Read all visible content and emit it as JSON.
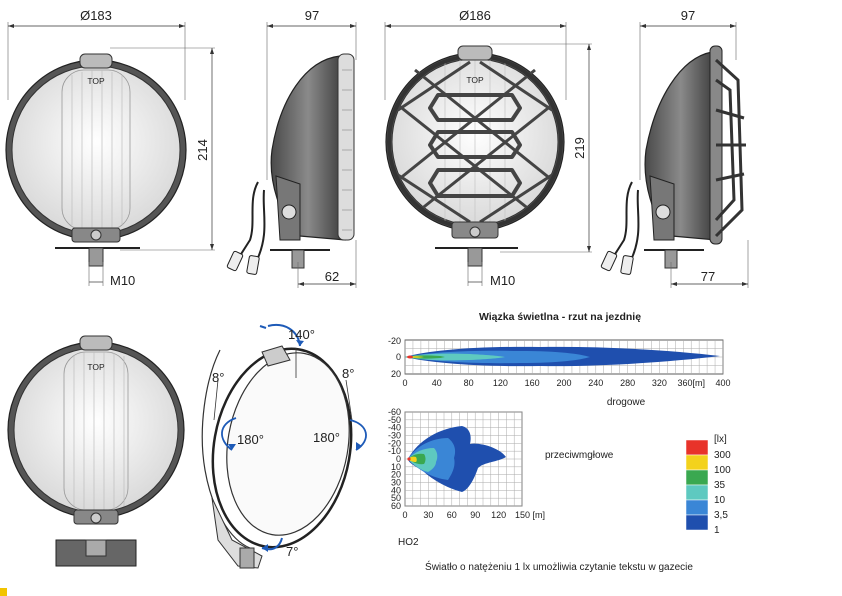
{
  "dimensions": {
    "lamp1_diameter": "Ø183",
    "lamp1_height": "214",
    "lamp1_depth": "97",
    "lamp1_depth_mount": "62",
    "lamp2_diameter": "Ø186",
    "lamp2_height": "219",
    "lamp2_depth": "97",
    "lamp2_depth_mount": "77",
    "thread1": "M10",
    "thread2": "M10"
  },
  "lens_label": "TOP",
  "angles": {
    "top": "140°",
    "left": "8°",
    "right": "8°",
    "rot_left": "180°",
    "rot_right": "180°",
    "bottom": "7°"
  },
  "beam": {
    "title": "Wiązka świetlna - rzut na jezdnię",
    "driving_label": "drogowe",
    "fog_label": "przeciwmgłowe",
    "fog_code": "HO2",
    "footnote": "Światło o natężeniu 1 lx umożliwia czytanie tekstu w gazecie",
    "driving_x_ticks": [
      "0",
      "40",
      "80",
      "120",
      "160",
      "200",
      "240",
      "280",
      "320",
      "360[m]",
      "400"
    ],
    "driving_y_ticks": [
      "-20",
      "0",
      "20"
    ],
    "fog_x_ticks": [
      "0",
      "30",
      "60",
      "90",
      "120",
      "150 [m]"
    ],
    "fog_y_ticks": [
      "-60",
      "-50",
      "-40",
      "-30",
      "-20",
      "-10",
      "0",
      "10",
      "20",
      "30",
      "40",
      "50",
      "60"
    ]
  },
  "legend": {
    "unit": "[lx]",
    "items": [
      {
        "label": "300",
        "color": "#e8332a"
      },
      {
        "label": "100",
        "color": "#f3d21c"
      },
      {
        "label": "35",
        "color": "#3aa850"
      },
      {
        "label": "10",
        "color": "#5ec9c0"
      },
      {
        "label": "3,5",
        "color": "#3a86d6"
      },
      {
        "label": "1",
        "color": "#1f4fae"
      }
    ]
  }
}
